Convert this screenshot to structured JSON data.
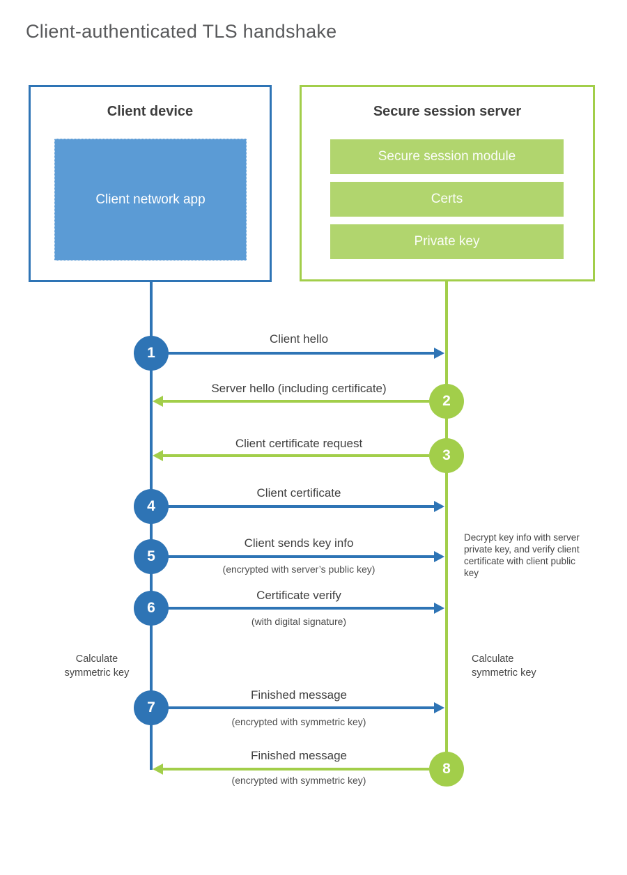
{
  "title": "Client-authenticated TLS handshake",
  "client": {
    "title": "Client device",
    "app": "Client network app"
  },
  "server": {
    "title": "Secure session server",
    "modules": [
      "Secure session module",
      "Certs",
      "Private key"
    ]
  },
  "steps": [
    {
      "num": "1",
      "label": "Client hello",
      "direction": "client-to-server"
    },
    {
      "num": "2",
      "label": "Server hello (including certificate)",
      "direction": "server-to-client"
    },
    {
      "num": "3",
      "label": "Client certificate request",
      "direction": "server-to-client"
    },
    {
      "num": "4",
      "label": "Client certificate",
      "direction": "client-to-server"
    },
    {
      "num": "5",
      "label": "Client sends key info",
      "sub": "(encrypted with server’s public key)",
      "direction": "client-to-server"
    },
    {
      "num": "6",
      "label": "Certificate verify",
      "sub": "(with digital signature)",
      "direction": "client-to-server"
    },
    {
      "num": "7",
      "label": "Finished message",
      "sub": "(encrypted with symmetric key)",
      "direction": "client-to-server"
    },
    {
      "num": "8",
      "label": "Finished message",
      "sub": "(encrypted with symmetric key)",
      "direction": "server-to-client"
    }
  ],
  "notes": {
    "decrypt": "Decrypt key info with server private key, and verify client certificate with client public key",
    "calc_left": "Calculate symmetric key",
    "calc_right": "Calculate symmetric key"
  },
  "colors": {
    "blue": "#2e74b5",
    "blue_fill": "#5b9bd5",
    "green": "#a2ce4a",
    "green_fill": "#b1d56e"
  }
}
